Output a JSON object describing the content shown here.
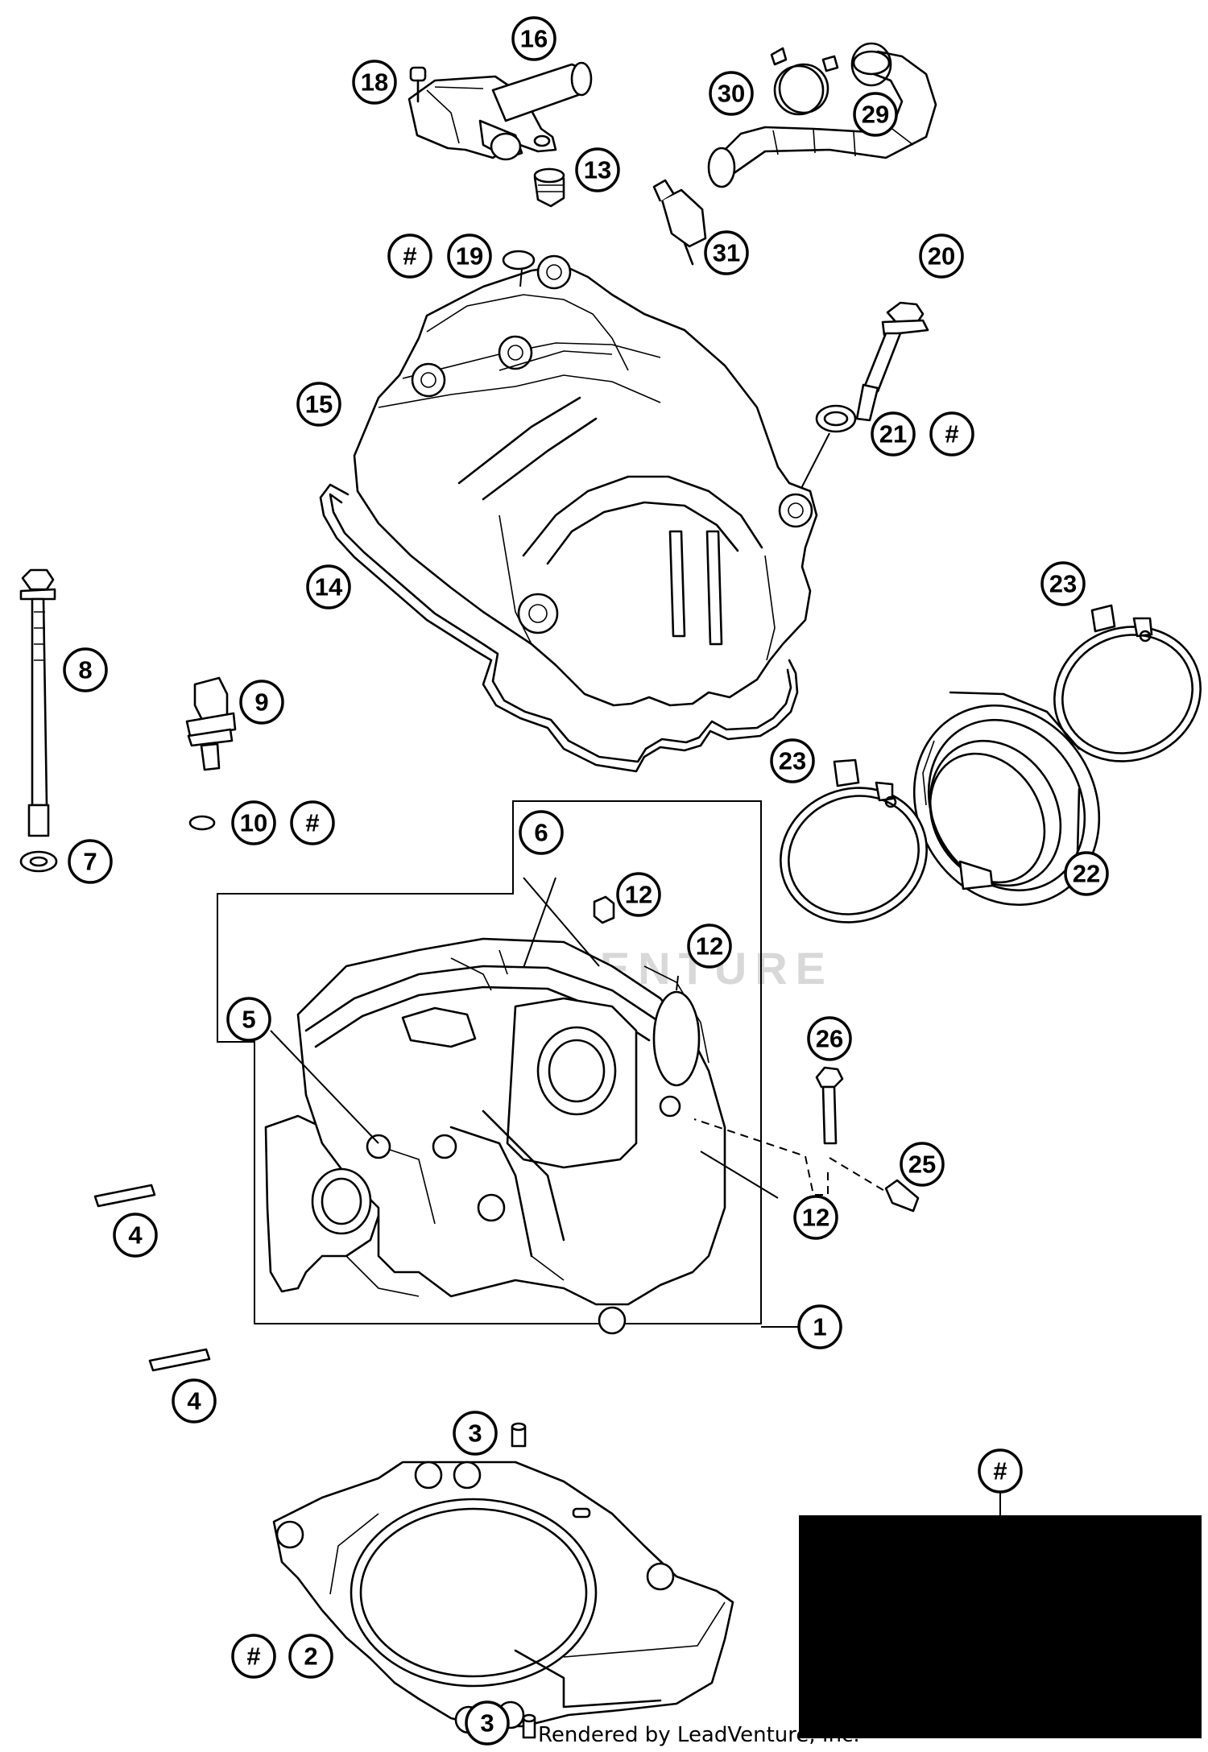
{
  "callouts": [
    {
      "id": "c16",
      "label": "16"
    },
    {
      "id": "c18",
      "label": "18"
    },
    {
      "id": "c13",
      "label": "13"
    },
    {
      "id": "c30",
      "label": "30"
    },
    {
      "id": "c29",
      "label": "29"
    },
    {
      "id": "c31",
      "label": "31"
    },
    {
      "id": "c19-hash",
      "label": "#"
    },
    {
      "id": "c19",
      "label": "19"
    },
    {
      "id": "c20",
      "label": "20"
    },
    {
      "id": "c21",
      "label": "21"
    },
    {
      "id": "c21-hash",
      "label": "#"
    },
    {
      "id": "c15",
      "label": "15"
    },
    {
      "id": "c14",
      "label": "14"
    },
    {
      "id": "c8",
      "label": "8"
    },
    {
      "id": "c9",
      "label": "9"
    },
    {
      "id": "c10",
      "label": "10"
    },
    {
      "id": "c10-hash",
      "label": "#"
    },
    {
      "id": "c7",
      "label": "7"
    },
    {
      "id": "c23a",
      "label": "23"
    },
    {
      "id": "c23b",
      "label": "23"
    },
    {
      "id": "c22",
      "label": "22"
    },
    {
      "id": "c6",
      "label": "6"
    },
    {
      "id": "c12a",
      "label": "12"
    },
    {
      "id": "c12b",
      "label": "12"
    },
    {
      "id": "c5",
      "label": "5"
    },
    {
      "id": "c26",
      "label": "26"
    },
    {
      "id": "c25",
      "label": "25"
    },
    {
      "id": "c4a",
      "label": "4"
    },
    {
      "id": "c12c",
      "label": "12"
    },
    {
      "id": "c1",
      "label": "1"
    },
    {
      "id": "c4b",
      "label": "4"
    },
    {
      "id": "c3a",
      "label": "3"
    },
    {
      "id": "c-hash-kit",
      "label": "#"
    },
    {
      "id": "c2-hash",
      "label": "#"
    },
    {
      "id": "c2",
      "label": "2"
    },
    {
      "id": "c3b",
      "label": "3"
    }
  ],
  "watermark_text": "LEADVENTURE",
  "footer": {
    "credit": "Rendered by LeadVenture, Inc."
  },
  "colors": {
    "line": "#000000",
    "background": "#ffffff",
    "kit_box": "#000000",
    "watermark": "#d8d8d8"
  }
}
